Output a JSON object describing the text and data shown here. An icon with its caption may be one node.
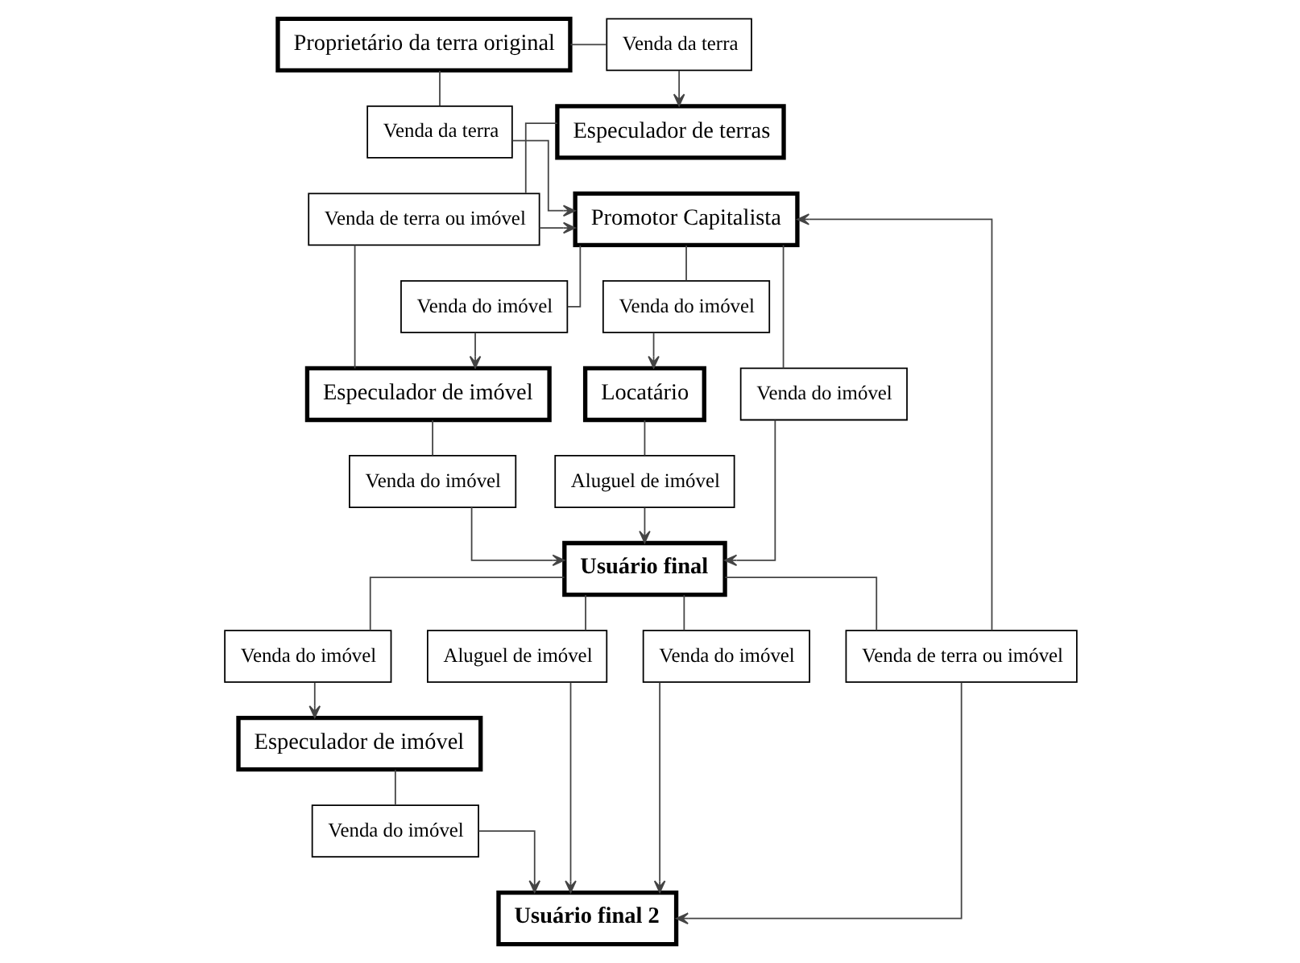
{
  "diagram": {
    "nodes": [
      {
        "text": [
          "Proprietário da terra original"
        ]
      },
      {
        "text": [
          "Venda da terra"
        ]
      },
      {
        "text": [
          "Venda da terra"
        ]
      },
      {
        "text": [
          "Especulador de terras"
        ]
      },
      {
        "text": [
          "Promotor Capitalista"
        ]
      },
      {
        "text": [
          "Venda de terra ou imóvel"
        ]
      },
      {
        "text": [
          "Venda de terra ou imóvel"
        ]
      },
      {
        "text": [
          "Venda do imóvel"
        ]
      },
      {
        "text": [
          "Venda do imóvel"
        ]
      },
      {
        "text": [
          "Locatário"
        ]
      },
      {
        "text": [
          "Venda do imóvel"
        ]
      },
      {
        "text": [
          "Especulador de imóvel"
        ]
      },
      {
        "text": [
          "Aluguel de imóvel"
        ]
      },
      {
        "text": [
          "Venda do imóvel"
        ]
      },
      {
        "text": [
          "Usuário final"
        ]
      },
      {
        "text": [
          "Venda do imóvel"
        ]
      },
      {
        "text": [
          "Aluguel de imóvel"
        ]
      },
      {
        "text": [
          "Venda do imóvel"
        ]
      },
      {
        "text": [
          "Especulador de imóvel"
        ]
      },
      {
        "text": [
          "Venda do imóvel"
        ]
      },
      {
        "text": [
          "Usuário final 2"
        ]
      }
    ],
    "edges": [
      {
        "from": 0,
        "to": 1,
        "arrow": "none"
      },
      {
        "from": 1,
        "to": 3,
        "arrow": "to"
      },
      {
        "from": 0,
        "to": 2,
        "arrow": "none"
      },
      {
        "from": 2,
        "to": 4,
        "arrow": "to"
      },
      {
        "from": 3,
        "to": 5,
        "arrow": "none"
      },
      {
        "from": 11,
        "to": 5,
        "arrow": "none"
      },
      {
        "from": 5,
        "to": 4,
        "arrow": "to"
      },
      {
        "from": 14,
        "to": 6,
        "arrow": "none"
      },
      {
        "from": 6,
        "to": 4,
        "arrow": "to"
      },
      {
        "from": 6,
        "to": 20,
        "arrow": "to"
      },
      {
        "from": 4,
        "to": 7,
        "arrow": "none"
      },
      {
        "from": 7,
        "to": 9,
        "arrow": "to"
      },
      {
        "from": 4,
        "to": 10,
        "arrow": "none"
      },
      {
        "from": 10,
        "to": 14,
        "arrow": "to"
      },
      {
        "from": 4,
        "to": 8,
        "arrow": "none"
      },
      {
        "from": 8,
        "to": 11,
        "arrow": "to"
      },
      {
        "from": 9,
        "to": 12,
        "arrow": "none"
      },
      {
        "from": 12,
        "to": 14,
        "arrow": "to"
      },
      {
        "from": 11,
        "to": 13,
        "arrow": "none"
      },
      {
        "from": 13,
        "to": 14,
        "arrow": "to"
      },
      {
        "from": 14,
        "to": 15,
        "arrow": "none"
      },
      {
        "from": 15,
        "to": 18,
        "arrow": "to"
      },
      {
        "from": 14,
        "to": 16,
        "arrow": "none"
      },
      {
        "from": 16,
        "to": 20,
        "arrow": "to"
      },
      {
        "from": 14,
        "to": 17,
        "arrow": "none"
      },
      {
        "from": 17,
        "to": 20,
        "arrow": "to"
      },
      {
        "from": 18,
        "to": 19,
        "arrow": "none"
      },
      {
        "from": 19,
        "to": 20,
        "arrow": "to"
      }
    ]
  }
}
